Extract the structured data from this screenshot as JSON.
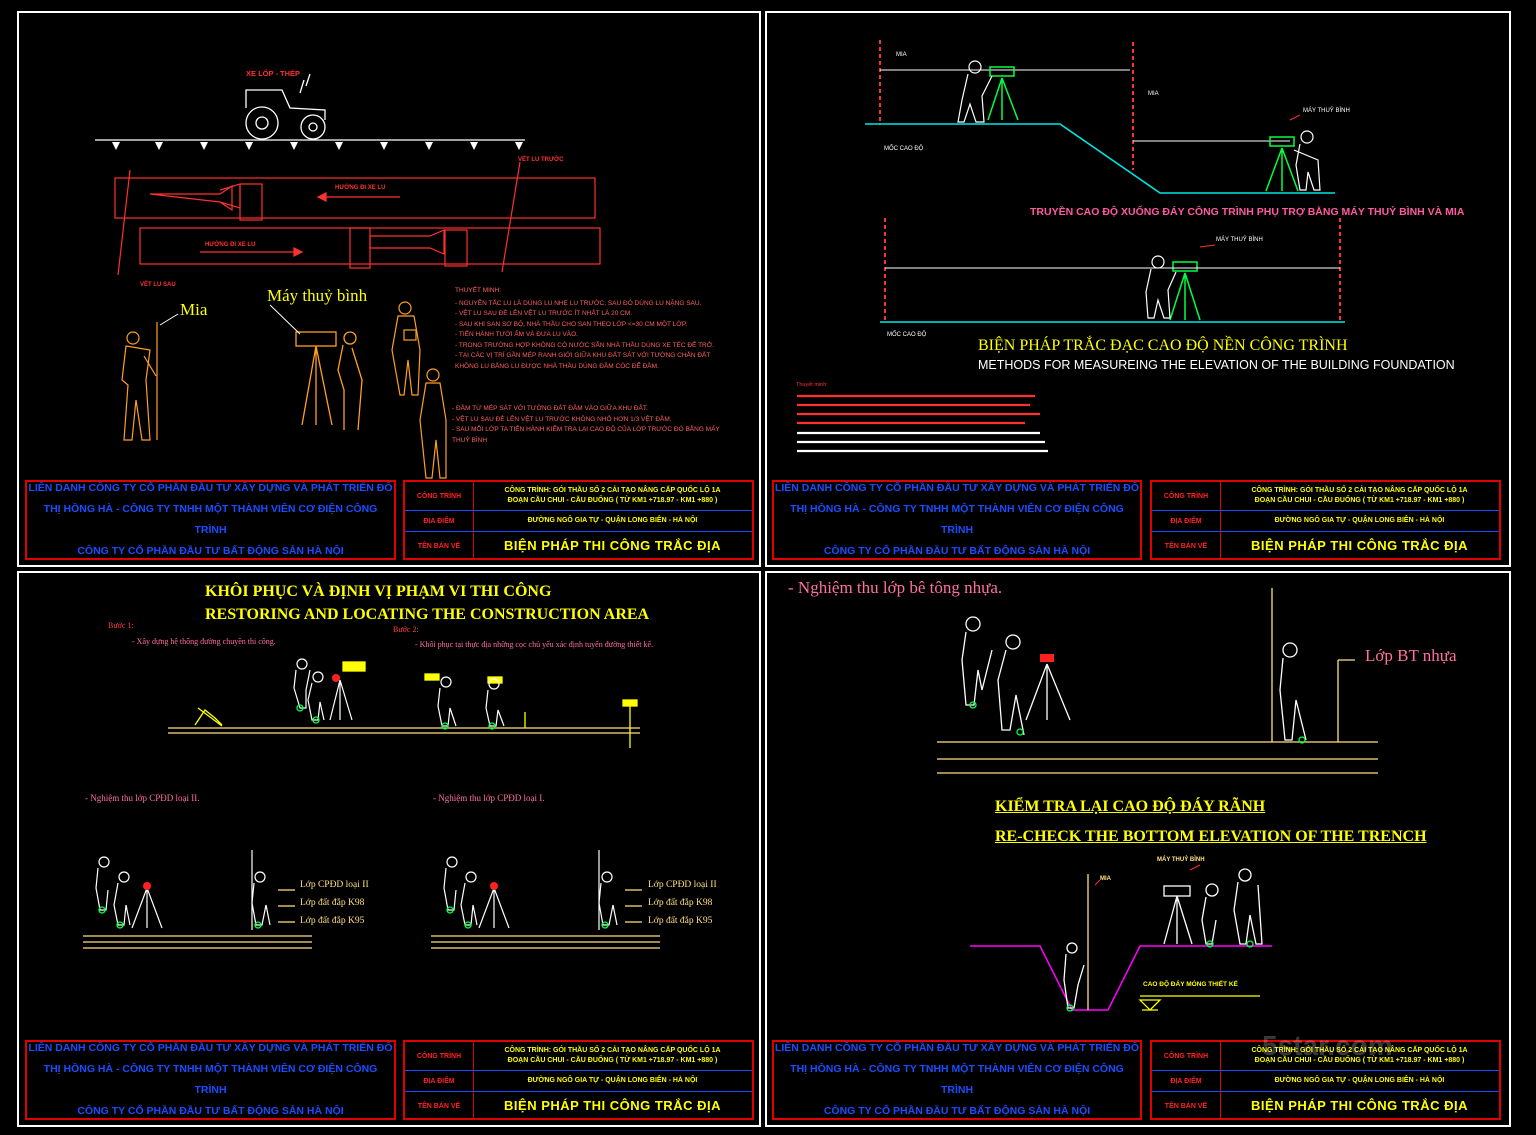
{
  "titleblock": {
    "company_lines": [
      "LIÊN DANH CÔNG TY CỔ PHẦN ĐẦU TƯ XÂY DỰNG VÀ PHÁT TRIỂN ĐÔ",
      "THỊ HỒNG HÀ - CÔNG TY TNHH MỘT THÀNH VIÊN CƠ ĐIỆN CÔNG TRÌNH",
      "CÔNG TY CỔ PHẦN ĐẦU TƯ BẤT ĐỘNG SẢN HÀ NỘI"
    ],
    "row1_label": "CÔNG TRÌNH",
    "row1_value_1": "CÔNG TRÌNH: GÓI THẦU SỐ 2 CẢI TẠO NÂNG CẤP QUỐC LỘ 1A",
    "row1_value_2": "ĐOẠN CẦU CHUI - CẦU ĐUỐNG ( TỪ KM1 +718.97 - KM1 +880 )",
    "row2_label": "ĐỊA ĐIỂM",
    "row2_value": "ĐƯỜNG NGÔ GIA TỰ - QUẬN LONG BIÊN - HÀ NỘI",
    "row3_label": "TÊN BẢN VẼ",
    "row3_value": "BIỆN PHÁP THI CÔNG  TRẮC ĐỊA"
  },
  "q1": {
    "vehicle_label": "XE LỐP - THÉP",
    "front_track": "VẾT LU TRƯỚC",
    "dir_back": "HƯỚNG ĐI XE LU",
    "dir_fwd": "HƯỚNG ĐI XE LU",
    "rear_track": "VẾT LU SAU",
    "mia": "Mia",
    "level": "Máy thuỷ bình",
    "notes_title": "THUYẾT MINH:",
    "notes": [
      "- NGUYÊN TẮC LU LÀ DÙNG LU NHẸ LU TRƯỚC, SAU ĐÓ DÙNG LU NẶNG SAU.",
      "- VỆT LU SAU ĐÈ LÊN VỆT LU TRƯỚC ÍT NHẤT LÀ 20 CM.",
      "- SAU KHI SAN SƠ BỘ, NHÀ THẦU CHO SAN THEO LỚP <=30 CM MỘT LỚP.",
      "- TIẾN HÀNH TƯỚI ẨM VÀ ĐƯA LU VÀO.",
      "- TRONG TRƯỜNG HỢP KHÔNG CÓ NƯỚC SẴN NHÀ THẦU DÙNG XE TÉC ĐỂ TRỞ.",
      "- TẠI CÁC VỊ TRÍ GẦN MÉP RANH GIỚI GIỮA KHU ĐẤT SÁT VỚI TƯỜNG CHẮN ĐẤT",
      "  KHÔNG LU BẰNG LU ĐƯỢC NHÀ THẦU DÙNG ĐẦM CÓC ĐỂ ĐẦM."
    ],
    "notes2": [
      "- ĐẦM TỪ MÉP SÁT VỚI TƯỜNG ĐẤT ĐẦM VÀO GIỮA KHU ĐẤT.",
      "- VỆT LU SAU ĐÈ LÊN VỆT LU TRƯỚC KHÔNG NHỎ HƠN 1/3 VỆT ĐẦM.",
      "- SAU MỖI LỚP TA TIẾN HÀNH KIỂM TRA LẠI CAO ĐỘ CỦA LỚP TRƯỚC ĐÓ BẰNG MÁY",
      "  THUỶ BÌNH"
    ]
  },
  "q2": {
    "mia1": "MIA",
    "mia2": "MIA",
    "level1": "MÁY THUỶ BÌNH",
    "level2": "MÁY THUỶ BÌNH",
    "moc1": "MỐC CAO ĐỘ",
    "moc2": "MỐC CAO ĐỘ",
    "transfer_title": "TRUYỀN CAO ĐỘ XUỐNG ĐÁY CÔNG TRÌNH PHỤ TRỢ BẰNG MÁY THUỶ BÌNH VÀ MIA",
    "title_vi": "BIỆN PHÁP TRẮC ĐẠC CAO ĐỘ NỀN CÔNG TRÌNH",
    "title_en": "METHODS FOR MEASUREING THE ELEVATION OF THE BUILDING FOUNDATION",
    "notes_title": "Thuyết minh:"
  },
  "q3": {
    "title_vi": "KHÔI PHỤC VÀ ĐỊNH VỊ PHẠM VI THI CÔNG",
    "title_en": "RESTORING AND LOCATING THE CONSTRUCTION AREA",
    "step1": "Bước 1:",
    "step1_text": "- Xây dựng hệ thống đường chuyền thi công.",
    "step2": "Bước 2:",
    "step2_text": "- Khôi phục tại thực địa những cọc chủ yếu xác định tuyến đường thiết kế.",
    "accept2": "- Nghiệm thu lớp CPĐD loại II.",
    "accept1": "- Nghiệm thu lớp CPĐD loại I.",
    "layers_left": [
      "Lớp CPĐD loại II",
      "Lớp đất đắp K98",
      "Lớp đất đắp K95"
    ],
    "layers_right": [
      "Lớp CPĐD loại II",
      "Lớp đất đắp K98",
      "Lớp đất đắp K95"
    ]
  },
  "q4": {
    "accept_asphalt": "- Nghiệm thu lớp bê tông nhựa.",
    "asphalt_layer": "Lớp BT nhựa",
    "title_vi": "KIỂM TRA LẠI CAO ĐỘ ĐÁY RÃNH",
    "title_en": "RE-CHECK THE BOTTOM ELEVATION OF THE TRENCH",
    "mia": "MIA",
    "level": "MÁY THUỶ BÌNH",
    "design_elev": "CAO ĐỘ ĐÁY MÓNG THIẾT KẾ",
    "watermark": "5star.com"
  },
  "colors": {
    "yellow": "#ffff00",
    "red": "#ff2020",
    "blue": "#1a4dff",
    "cyan": "#00e5e5",
    "green": "#00ff40",
    "magenta": "#ff00ff",
    "orange": "#ffa020"
  }
}
